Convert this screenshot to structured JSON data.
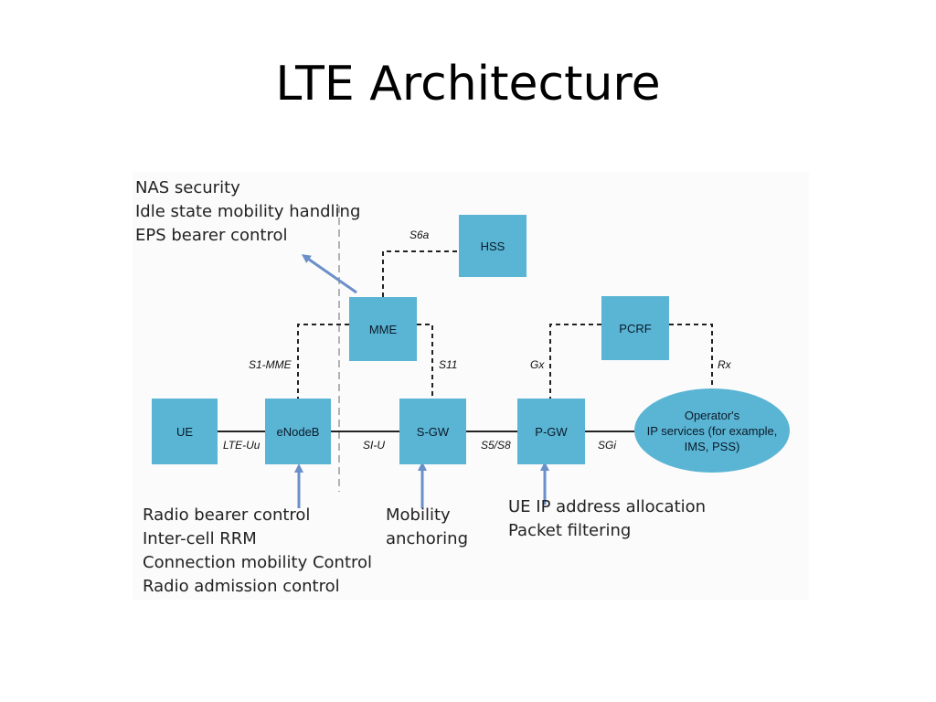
{
  "title": "LTE Architecture",
  "nodes": {
    "ue": "UE",
    "enodeb": "eNodeB",
    "sgw": "S-GW",
    "pgw": "P-GW",
    "mme": "MME",
    "hss": "HSS",
    "pcrf": "PCRF",
    "operator_ip": [
      "Operator's",
      "IP services (for example,",
      "IMS, PSS)"
    ]
  },
  "interfaces": {
    "s6a": "S6a",
    "s1_mme": "S1-MME",
    "s11": "S11",
    "gx": "Gx",
    "rx": "Rx",
    "lte_uu": "LTE-Uu",
    "s1_u": "SI-U",
    "s5_s8": "S5/S8",
    "sgi": "SGi"
  },
  "annotations": {
    "mme_functions": [
      "NAS security",
      "Idle state mobility handling",
      "EPS bearer control"
    ],
    "enodeb_functions": [
      "Radio bearer control",
      "Inter-cell RRM",
      "Connection mobility Control",
      "Radio admission control"
    ],
    "sgw_functions": [
      "Mobility",
      "anchoring"
    ],
    "pgw_functions": [
      "UE IP address allocation",
      "Packet filtering"
    ]
  },
  "colors": {
    "node_fill": "#5ab4d3",
    "arrow": "#6b8fc9",
    "line": "#222222"
  }
}
